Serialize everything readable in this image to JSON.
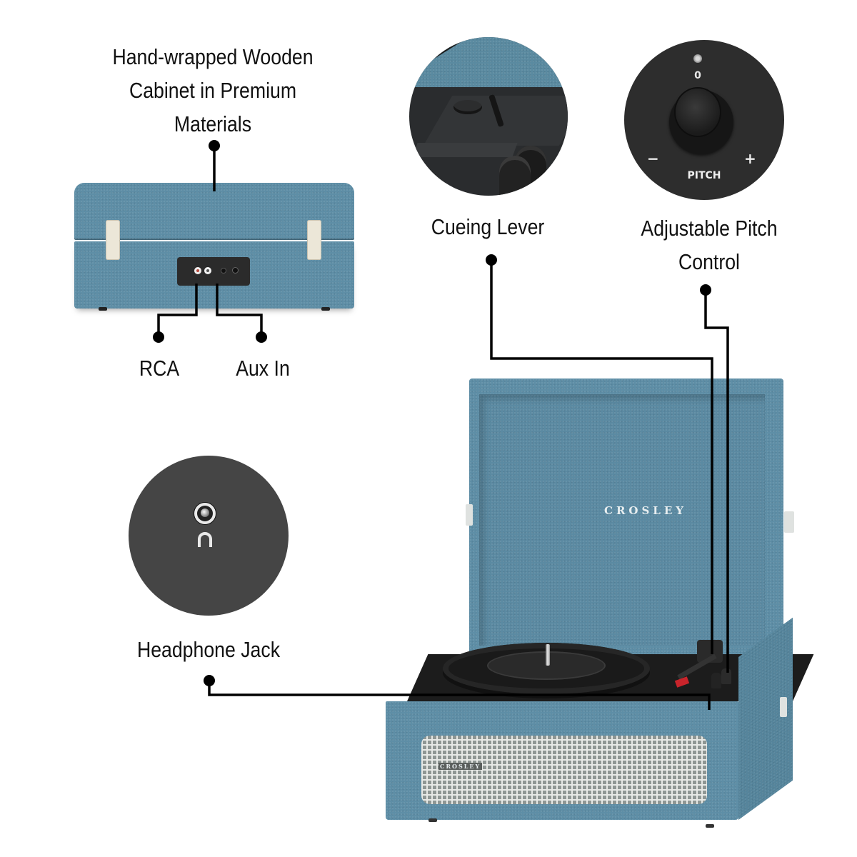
{
  "callouts": {
    "cabinet": {
      "line1": "Hand-wrapped Wooden",
      "line2": "Cabinet in Premium",
      "line3": "Materials"
    },
    "rca": "RCA",
    "aux_in": "Aux In",
    "cueing_lever": "Cueing Lever",
    "pitch": {
      "line1": "Adjustable Pitch",
      "line2": "Control"
    },
    "headphone": "Headphone Jack"
  },
  "pitch_dial": {
    "zero_mark": "0",
    "minus": "−",
    "plus": "+",
    "label": "PITCH"
  },
  "brand": {
    "lid_logo": "CROSLEY",
    "grille_logo": "CROSLEY"
  },
  "colors": {
    "case_blue": "#5e8ea6",
    "panel_black": "#1c1c1c",
    "latch_cream": "#ece7d8",
    "grille": "#d9dcd8"
  }
}
